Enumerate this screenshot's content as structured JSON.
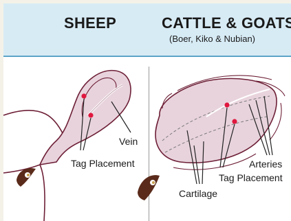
{
  "sheep": {
    "title": "SHEEP",
    "labels": {
      "vein": "Vein",
      "tag_placement": "Tag Placement"
    }
  },
  "cattle_goats": {
    "title": "CATTLE & GOATS",
    "subtitle": "(Boer, Kiko & Nubian)",
    "labels": {
      "arteries": "Arteries",
      "tag_placement": "Tag Placement",
      "cartilage": "Cartilage"
    }
  },
  "colors": {
    "header_bg": "#d7ebf5",
    "header_border": "#5aa4c8",
    "ear_fill": "#e8d3dc",
    "ear_stroke": "#6d1f36",
    "tag_dot": "#e0183f",
    "eye": "#5a2a1a"
  }
}
